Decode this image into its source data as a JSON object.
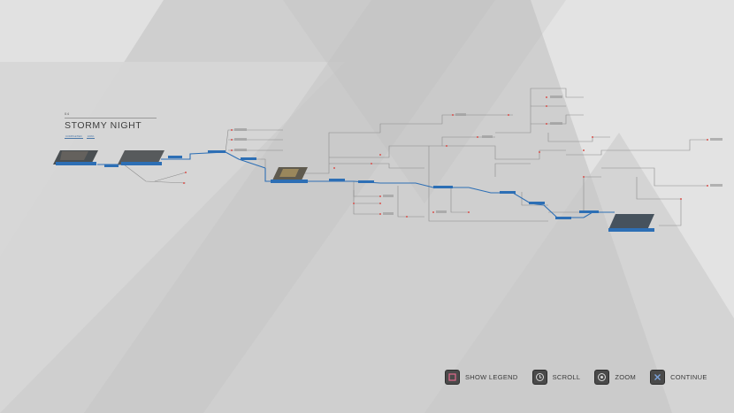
{
  "chapter": {
    "number": "04",
    "title": "STORMY NIGHT",
    "tags": [
      "COMPLETED",
      "100%"
    ]
  },
  "controls": [
    {
      "label": "SHOW LEGEND",
      "icon": "square-button-icon"
    },
    {
      "label": "SCROLL",
      "icon": "right-stick-icon"
    },
    {
      "label": "ZOOM",
      "icon": "left-stick-icon"
    },
    {
      "label": "CONTINUE",
      "icon": "cross-button-icon"
    }
  ],
  "colors": {
    "background": "#cfcfcf",
    "path_blue": "#2d6fb5",
    "branch_gray": "#8c8c8c",
    "node_red": "#d9534f"
  }
}
